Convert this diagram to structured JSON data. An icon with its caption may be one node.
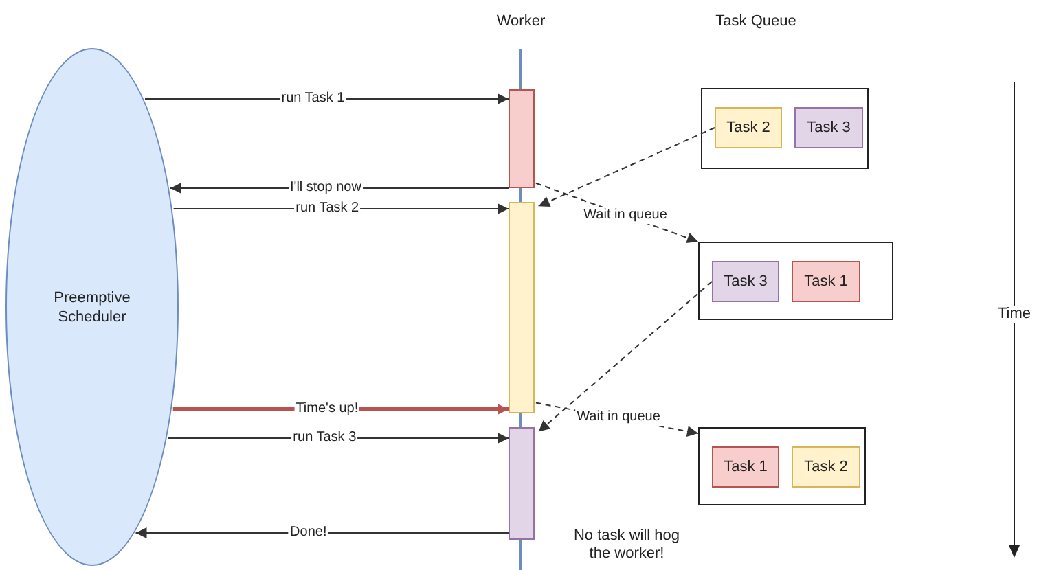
{
  "diagram": {
    "nodes": [
      {
        "text": [
          "Preemptive Scheduler"
        ]
      },
      {
        "text": [],
        "shape": "bar"
      },
      {
        "text": [],
        "shape": "bar"
      },
      {
        "text": [],
        "shape": "bar"
      },
      {
        "text": [],
        "shape": "box"
      },
      {
        "text": [
          "Task 2"
        ],
        "in": 4
      },
      {
        "text": [
          "Task 3"
        ],
        "in": 4
      },
      {
        "text": [],
        "shape": "box"
      },
      {
        "text": [
          "Task 3"
        ],
        "in": 7
      },
      {
        "text": [
          "Task 1"
        ],
        "in": 7
      },
      {
        "text": [],
        "shape": "box"
      },
      {
        "text": [
          "Task 1"
        ],
        "in": 10
      },
      {
        "text": [
          "Task 2"
        ],
        "in": 10
      }
    ],
    "edges": [
      {
        "from": 0,
        "to": 1,
        "arrow": "to",
        "label": "run Task 1"
      },
      {
        "from": 1,
        "to": 0,
        "arrow": "to",
        "label": "I'll stop now"
      },
      {
        "from": 0,
        "to": 2,
        "arrow": "to",
        "label": "run Task 2"
      },
      {
        "from": 0,
        "to": 2,
        "arrow": "to",
        "label": "Time's up!",
        "style": "thick",
        "color": "#b85450"
      },
      {
        "from": 0,
        "to": 3,
        "arrow": "to",
        "label": "run Task 3"
      },
      {
        "from": 3,
        "to": 0,
        "arrow": "to",
        "label": "Done!"
      },
      {
        "from": 5,
        "to": 2,
        "arrow": "to",
        "style": "dashed"
      },
      {
        "from": 1,
        "to": 7,
        "arrow": "to",
        "style": "dashed",
        "label": "Wait in queue"
      },
      {
        "from": 8,
        "to": 3,
        "arrow": "to",
        "style": "dashed"
      },
      {
        "from": 2,
        "to": 10,
        "arrow": "to",
        "style": "dashed",
        "label": "Wait in queue"
      }
    ],
    "labels": [
      "Worker",
      "Task Queue",
      "Time",
      "No task will hog the worker!"
    ]
  }
}
